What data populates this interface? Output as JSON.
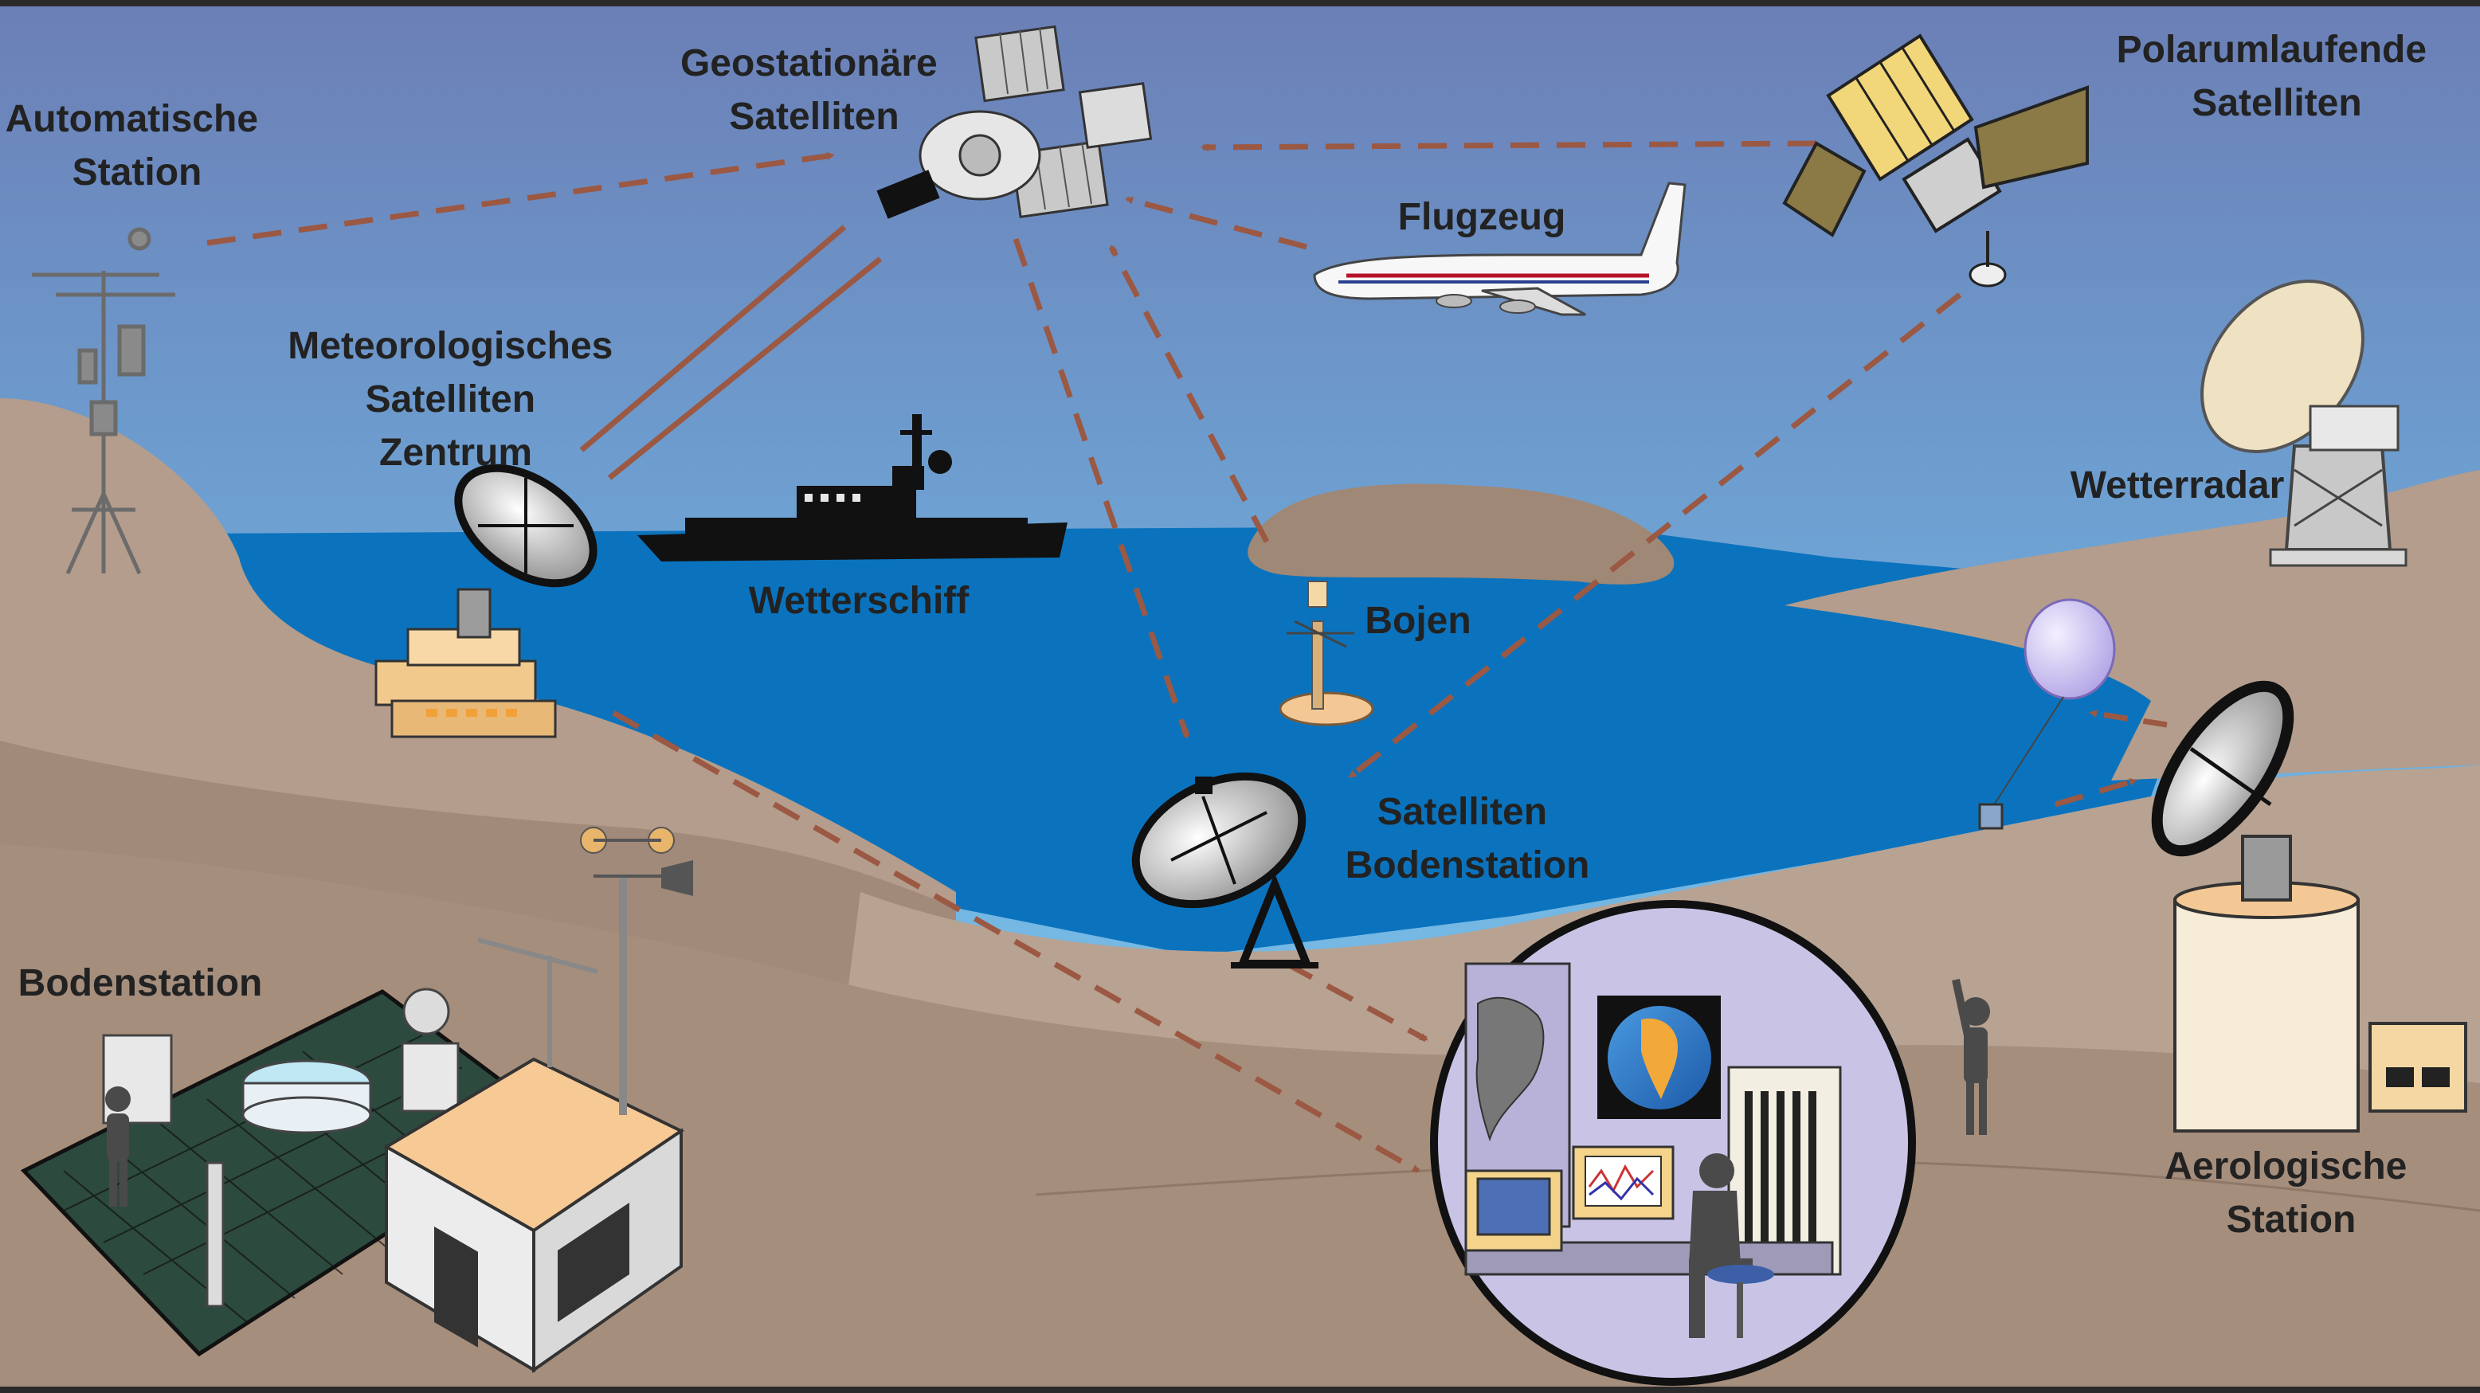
{
  "diagram": {
    "labels": {
      "automatic_station": [
        "Automatische",
        "Station"
      ],
      "geostationary": [
        "Geostationäre",
        "Satelliten"
      ],
      "polar": [
        "Polarumlaufende",
        "Satelliten"
      ],
      "aircraft": "Flugzeug",
      "met_center": [
        "Meteorologisches",
        "Satelliten",
        "Zentrum"
      ],
      "ship": "Wetterschiff",
      "buoys": "Bojen",
      "radar": "Wetterradar",
      "ground_station_sat": [
        "Satelliten",
        "Bodenstation"
      ],
      "surface_station": "Bodenstation",
      "aerological": [
        "Aerologische",
        "Station"
      ]
    },
    "colors": {
      "sky_top": "#6b7fb6",
      "sky_bottom": "#7fc6ea",
      "sea": "#0b73bd",
      "land_light": "#b8a291",
      "land_dark": "#9a8474",
      "arrow": "#9b5843",
      "label": "#222222"
    }
  }
}
